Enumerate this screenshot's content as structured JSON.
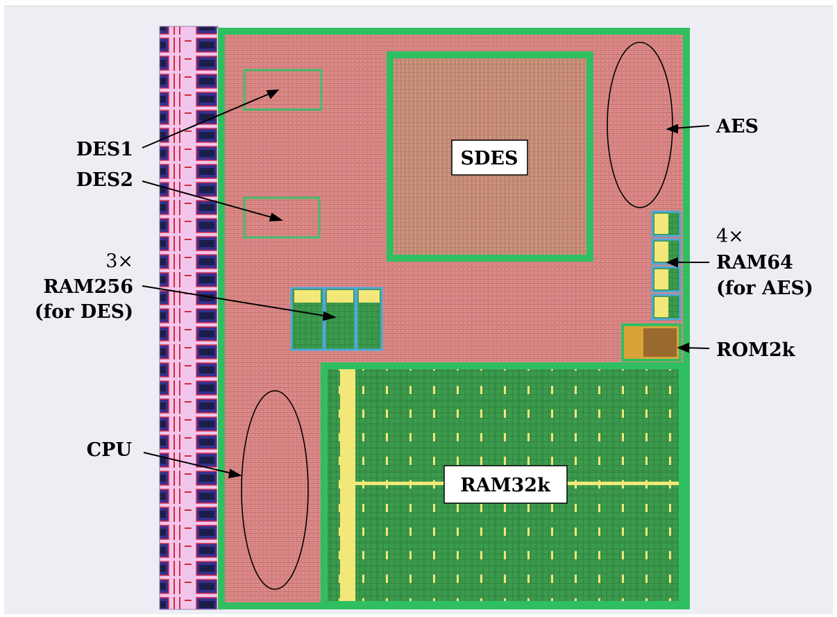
{
  "labels": {
    "des1": "DES1",
    "des2": "DES2",
    "ram256_count": "3×",
    "ram256": "RAM256",
    "ram256_for": "(for DES)",
    "cpu": "CPU",
    "aes": "AES",
    "ram64_count": "4×",
    "ram64": "RAM64",
    "ram64_for": "(for AES)",
    "rom2k": "ROM2k",
    "sdes": "SDES",
    "ram32k": "RAM32k"
  },
  "colors": {
    "logic": "#d98a88",
    "ram": "#3c9a4c",
    "border": "#2fbf61",
    "io_pad": "#f2c6ec",
    "rom": "#d8a43a",
    "memory_strip": "#f3e77a"
  }
}
